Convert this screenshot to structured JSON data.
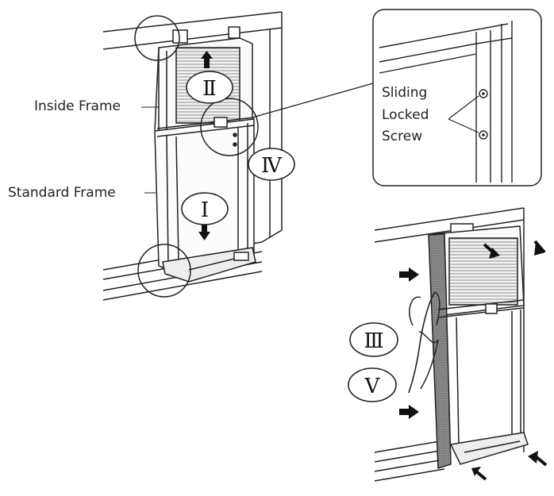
{
  "labels": {
    "inside_frame": "Inside Frame",
    "standard_frame": "Standard Frame",
    "detail_line1": "Sliding",
    "detail_line2": "Locked",
    "detail_line3": "Screw"
  },
  "steps": {
    "step1": "Ⅰ",
    "step2": "Ⅱ",
    "step3": "Ⅲ",
    "step4": "Ⅳ",
    "step5": "Ⅴ"
  },
  "colors": {
    "line": "#222222",
    "panel_fill": "#e6e6e6",
    "panel_dark": "#9a9a9a"
  }
}
